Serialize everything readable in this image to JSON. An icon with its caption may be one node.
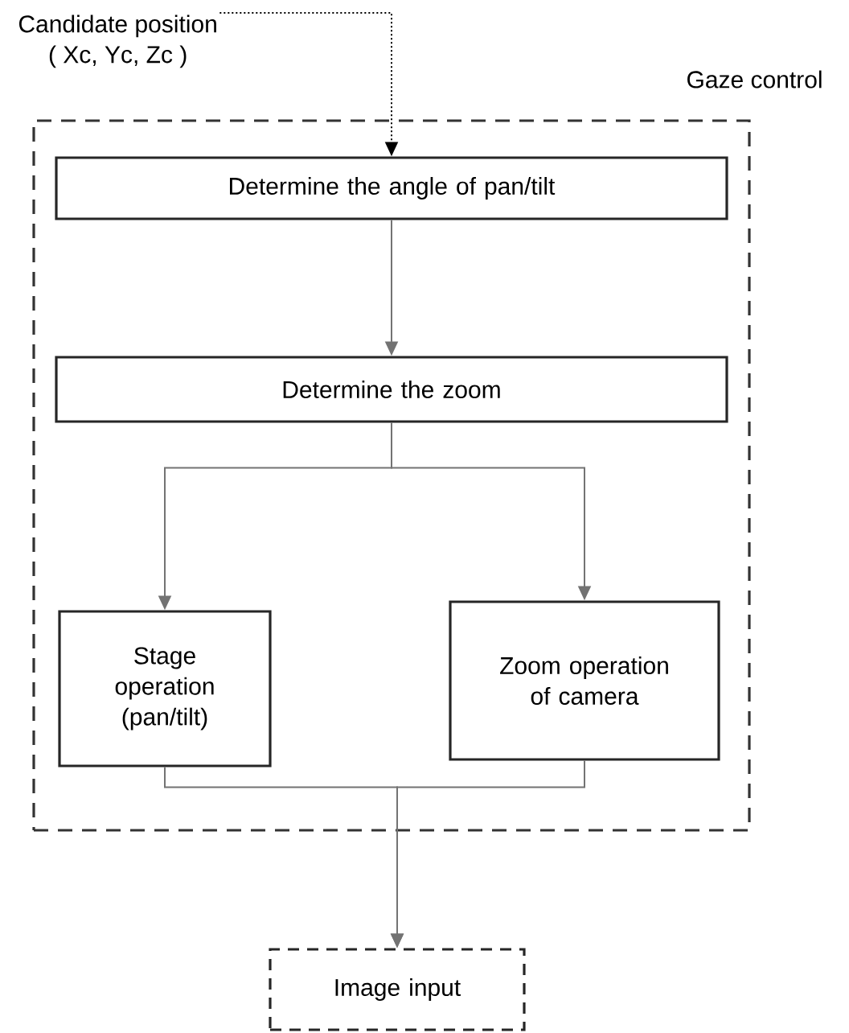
{
  "diagram": {
    "nodes": [
      {
        "text": [
          "Gaze control"
        ]
      },
      {
        "text": [
          "Candidate position",
          "( Xc, Yc, Zc )"
        ]
      },
      {
        "text": [
          "Determine the angle of pan/tilt"
        ],
        "in": 0
      },
      {
        "text": [
          "Determine the zoom"
        ],
        "in": 0
      },
      {
        "text": [
          "Stage operation (pan/tilt)"
        ],
        "in": 0
      },
      {
        "text": [
          "Zoom operation of camera"
        ],
        "in": 0
      },
      {
        "text": [
          "Image input"
        ]
      }
    ],
    "edges": [
      {
        "from": 1,
        "to": 2,
        "arrow": "to",
        "style": "dashed",
        "color": "#000000"
      },
      {
        "from": 2,
        "to": 3,
        "arrow": "to"
      },
      {
        "from": 3,
        "to": 4,
        "arrow": "to"
      },
      {
        "from": 3,
        "to": 5,
        "arrow": "to"
      },
      {
        "from": 4,
        "to": 6,
        "arrow": "to"
      },
      {
        "from": 5,
        "to": 6,
        "arrow": "to"
      }
    ]
  }
}
